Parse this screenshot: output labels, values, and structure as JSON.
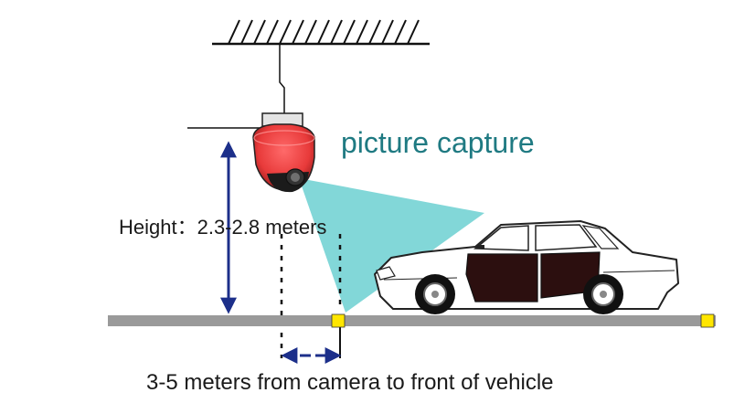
{
  "labels": {
    "capture": "picture capture",
    "height": "Height：2.3-2.8 meters",
    "distance": "3-5 meters from camera to front of vehicle"
  },
  "colors": {
    "background": "#ffffff",
    "capture_text": "#1f7a82",
    "capture_cone": "#74d3d4",
    "camera_body": "#e83a3a",
    "arrow": "#1c2f8a",
    "ground": "#9a9a9a",
    "marker": "#ffe600",
    "car_body": "#ffffff",
    "car_doors": "#2c0f0f"
  },
  "icons": {
    "camera": "dome-camera-icon",
    "car": "sedan-car-icon",
    "ceiling": "ceiling-hatch-icon"
  }
}
